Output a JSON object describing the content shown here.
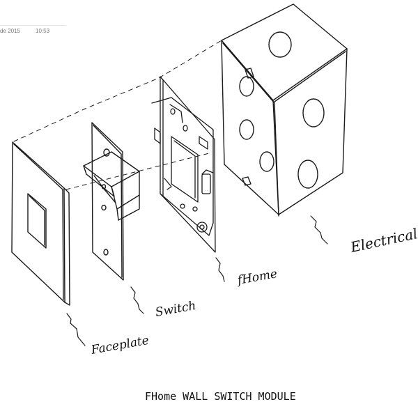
{
  "header": {
    "date": "de 2015",
    "time": "10:53"
  },
  "diagram": {
    "title": "FHome WALL SWITCH MODULE",
    "labels": {
      "faceplate": "Faceplate",
      "switch": "Switch",
      "fhome": "fHome",
      "electrical": "Electrical"
    }
  }
}
